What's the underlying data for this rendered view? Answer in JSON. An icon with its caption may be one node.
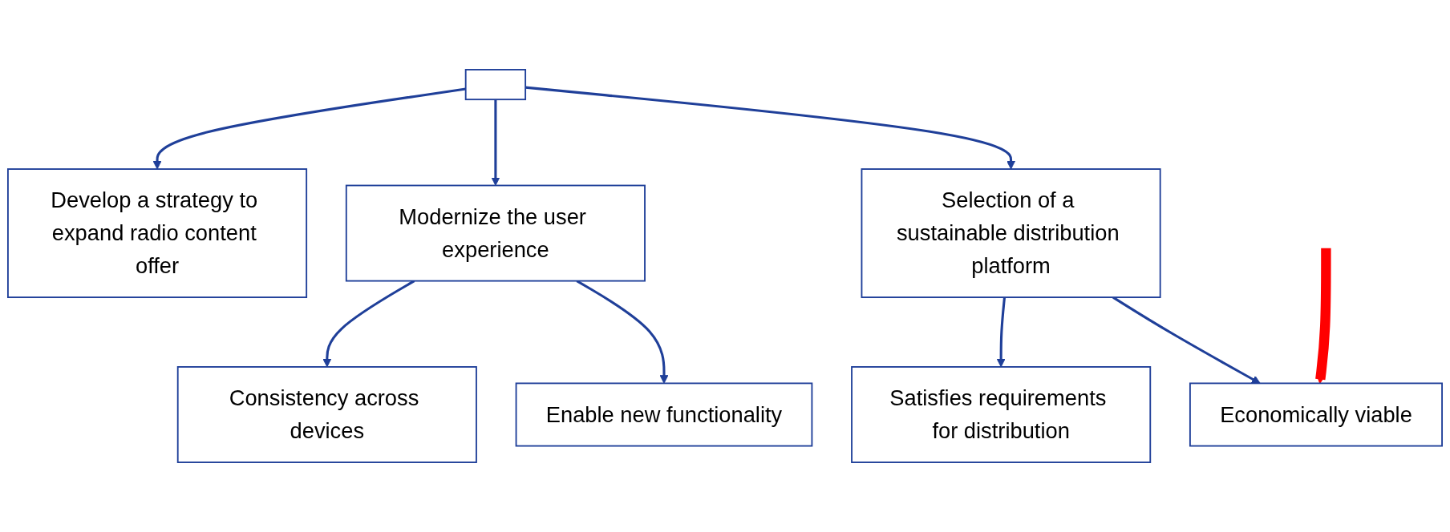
{
  "diagram": {
    "nodes": [
      {
        "text": [],
        "shape": "box"
      },
      {
        "text": [
          "Selection of a sustainable distribution platform"
        ]
      },
      {
        "text": [
          "Modernize the user experience"
        ]
      },
      {
        "text": [
          "Develop a strategy to expand radio content offer"
        ]
      },
      {
        "text": [
          "Economically viable"
        ]
      },
      {
        "text": [
          "Satisfies requirements for distribution"
        ]
      },
      {
        "text": [
          "Enable new functionality"
        ]
      },
      {
        "text": [
          "Consistency across devices"
        ]
      }
    ],
    "edges": [
      {
        "from": 0,
        "to": 1,
        "arrow": "to"
      },
      {
        "from": 0,
        "to": 2,
        "arrow": "to"
      },
      {
        "from": 0,
        "to": 3,
        "arrow": "to"
      },
      {
        "from": 1,
        "to": 4,
        "arrow": "to"
      },
      {
        "from": 1,
        "to": 5,
        "arrow": "to"
      },
      {
        "from": 2,
        "to": 6,
        "arrow": "to"
      },
      {
        "from": 2,
        "to": 7,
        "arrow": "to"
      },
      {
        "from": null,
        "to": 4,
        "arrow": "to",
        "style": "thick",
        "color": "#ff0000"
      }
    ]
  }
}
